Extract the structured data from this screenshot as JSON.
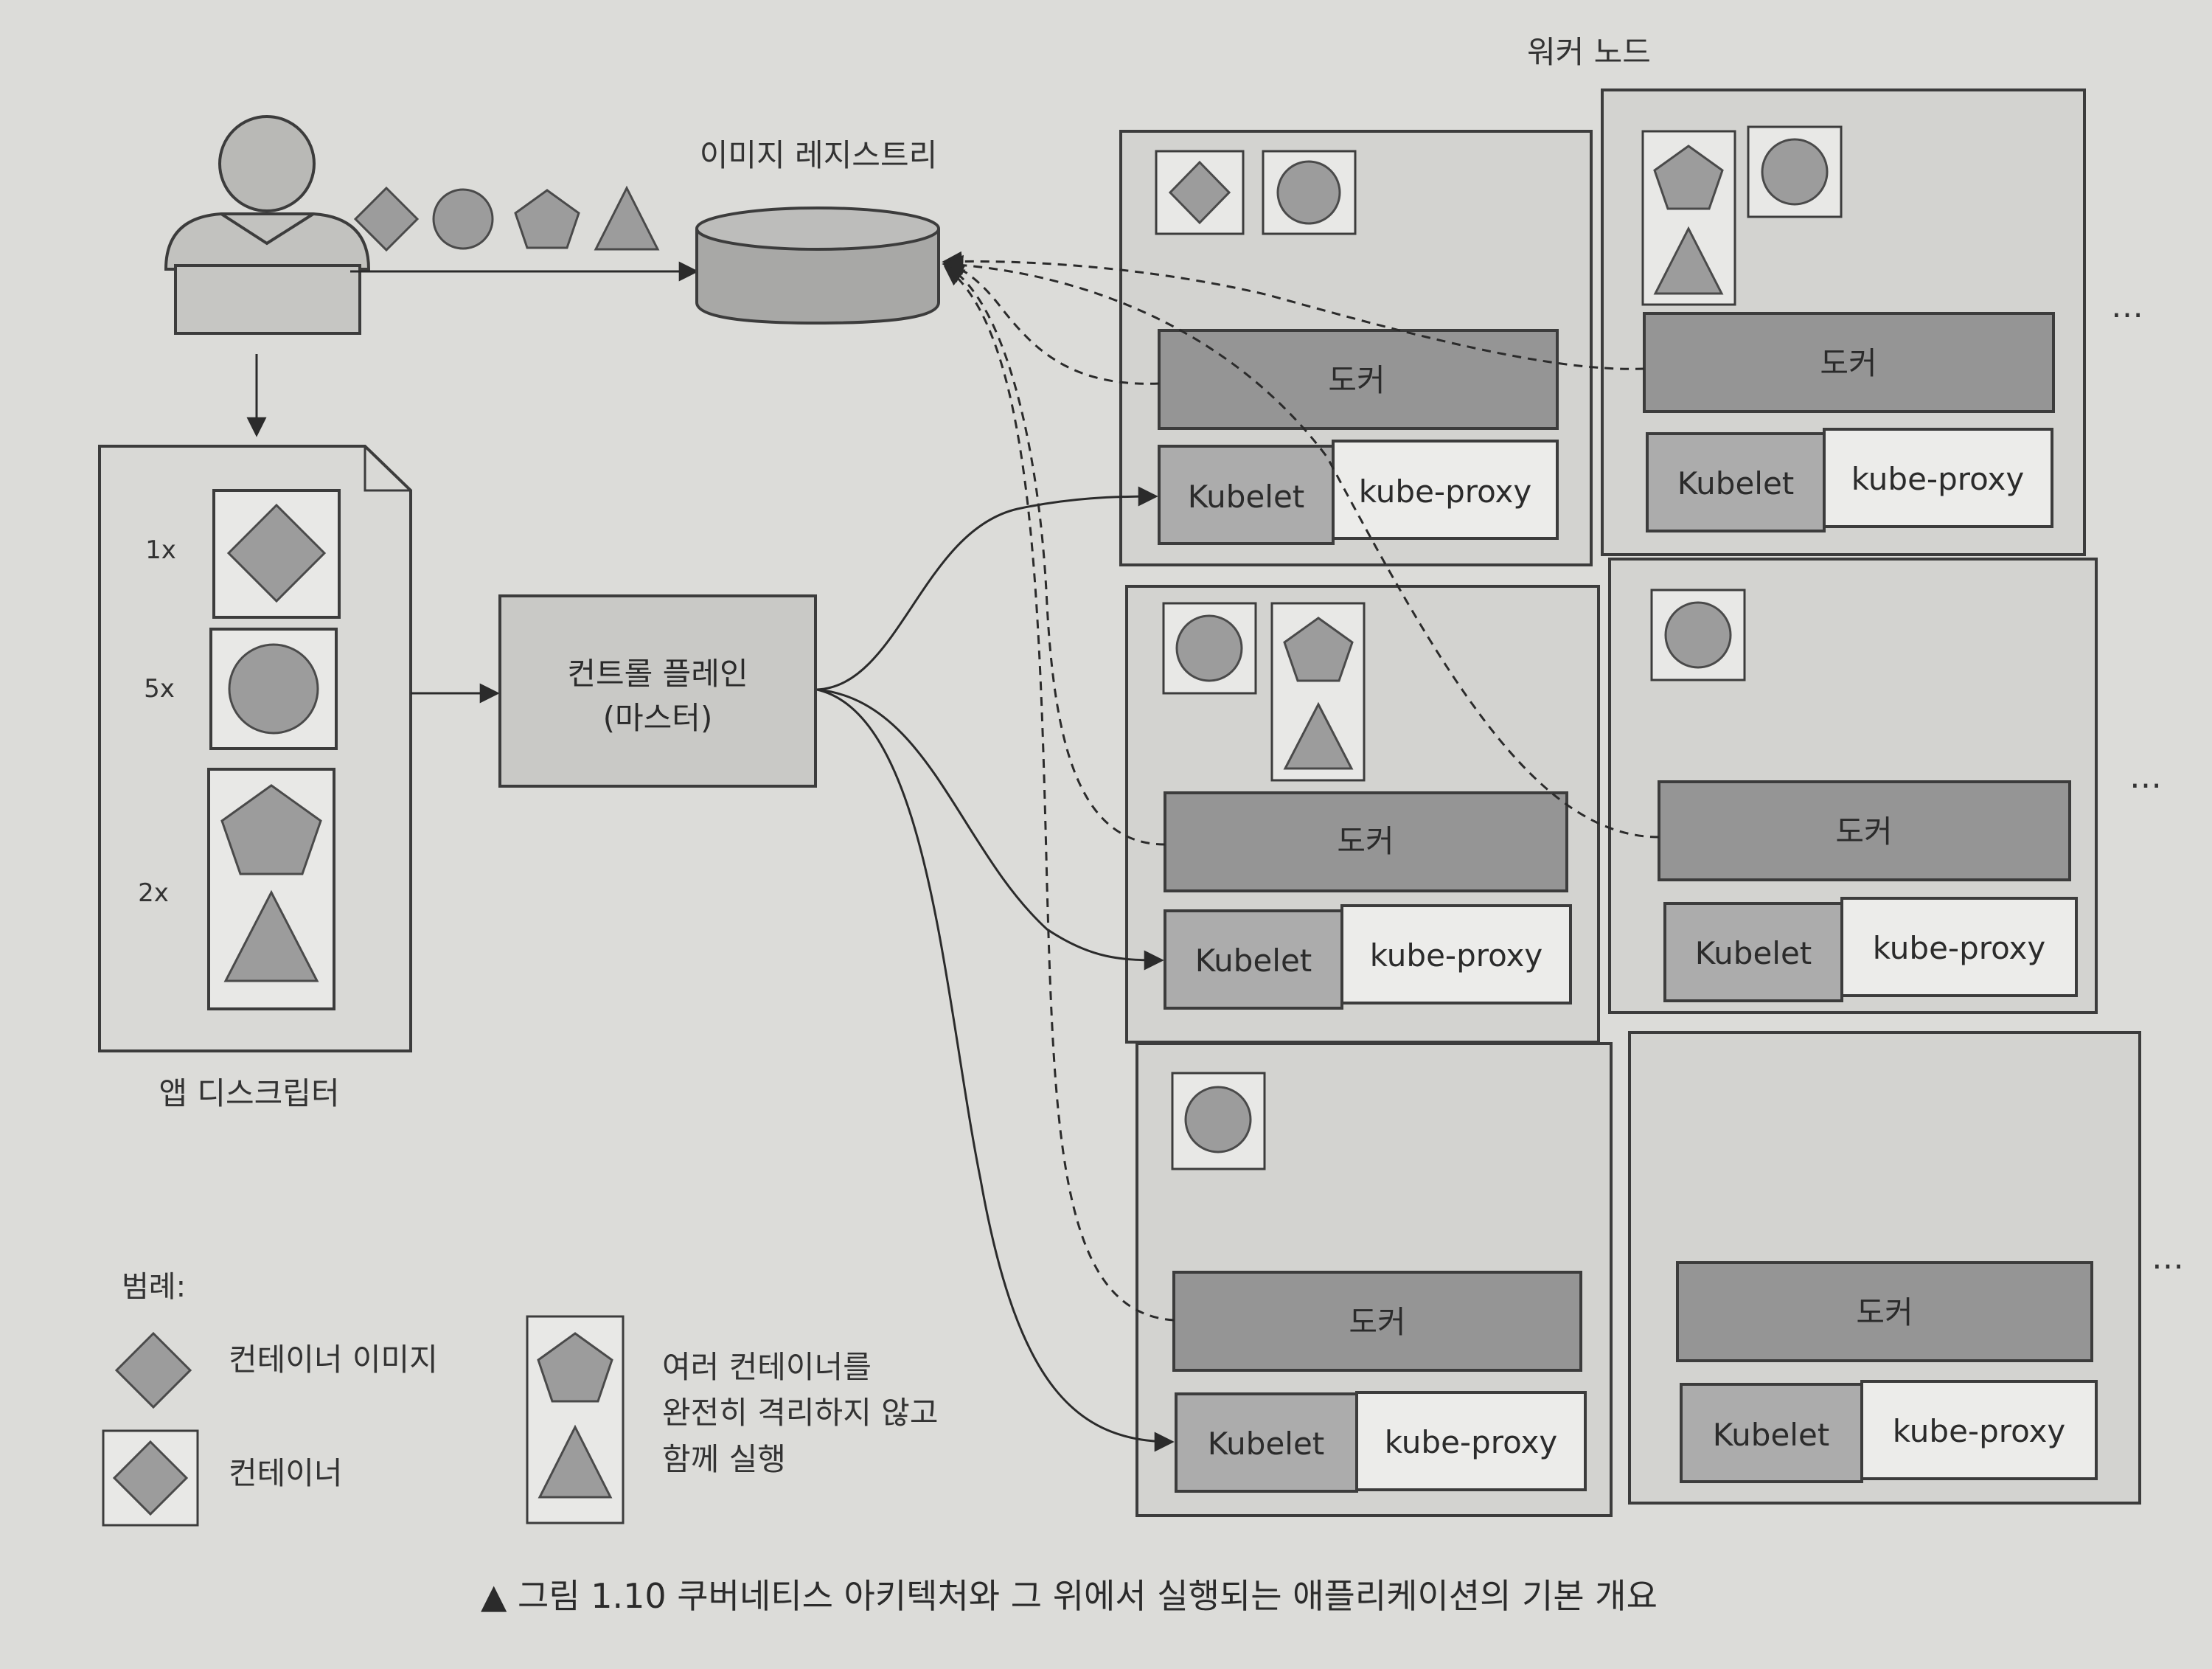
{
  "labels": {
    "worker_nodes": "워커 노드",
    "image_registry": "이미지 레지스트리",
    "control_plane_line1": "컨트롤 플레인",
    "control_plane_line2": "(마스터)",
    "app_descriptor": "앱 디스크립터",
    "ellipsis": "…"
  },
  "descriptor": {
    "counts": [
      "1x",
      "5x",
      "2x"
    ]
  },
  "node": {
    "docker": "도커",
    "kubelet": "Kubelet",
    "kube_proxy": "kube-proxy"
  },
  "legend": {
    "title": "범례:",
    "container_image": "컨테이너 이미지",
    "container": "컨테이너",
    "multi_line1": "여러 컨테이너를",
    "multi_line2": "완전히 격리하지 않고",
    "multi_line3": "함께 실행"
  },
  "caption": "▲ 그림 1.10 쿠버네티스 아키텍처와 그 위에서 실행되는 애플리케이션의 기본 개요",
  "colors": {
    "shape_fill": "#9c9c9c",
    "shape_stroke": "#4a4a4a",
    "node_bg": "#d3d3d0",
    "docker_fill": "#959595",
    "kubelet_fill": "#acacac",
    "proxy_fill": "#ececea"
  }
}
